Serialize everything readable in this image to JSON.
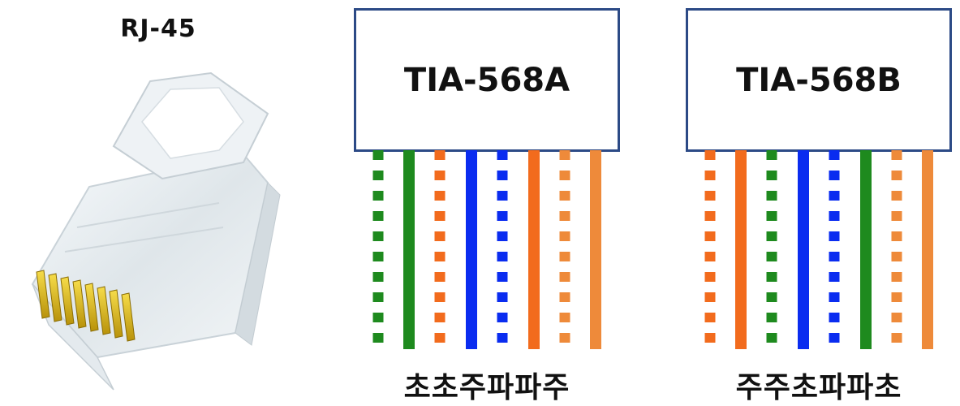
{
  "connector": {
    "title": "RJ-45",
    "pin_count": 8,
    "colors": {
      "gold": "#d9b400",
      "plastic": "#e8eef2"
    }
  },
  "standards": [
    {
      "id": "a",
      "name": "TIA-568A",
      "mnemonic": "초초주파파주",
      "wires": [
        {
          "color": "#1e8a1e",
          "style": "dotted"
        },
        {
          "color": "#1e8a1e",
          "style": "solid"
        },
        {
          "color": "#f26b1d",
          "style": "dotted"
        },
        {
          "color": "#0a2cf0",
          "style": "solid"
        },
        {
          "color": "#0a2cf0",
          "style": "dotted"
        },
        {
          "color": "#f26b1d",
          "style": "solid"
        },
        {
          "color": "#ee8a3a",
          "style": "dotted"
        },
        {
          "color": "#ee8a3a",
          "style": "solid"
        }
      ]
    },
    {
      "id": "b",
      "name": "TIA-568B",
      "mnemonic": "주주초파파초",
      "wires": [
        {
          "color": "#f26b1d",
          "style": "dotted"
        },
        {
          "color": "#f26b1d",
          "style": "solid"
        },
        {
          "color": "#1e8a1e",
          "style": "dotted"
        },
        {
          "color": "#0a2cf0",
          "style": "solid"
        },
        {
          "color": "#0a2cf0",
          "style": "dotted"
        },
        {
          "color": "#1e8a1e",
          "style": "solid"
        },
        {
          "color": "#ee8a3a",
          "style": "dotted"
        },
        {
          "color": "#ee8a3a",
          "style": "solid"
        }
      ]
    }
  ]
}
